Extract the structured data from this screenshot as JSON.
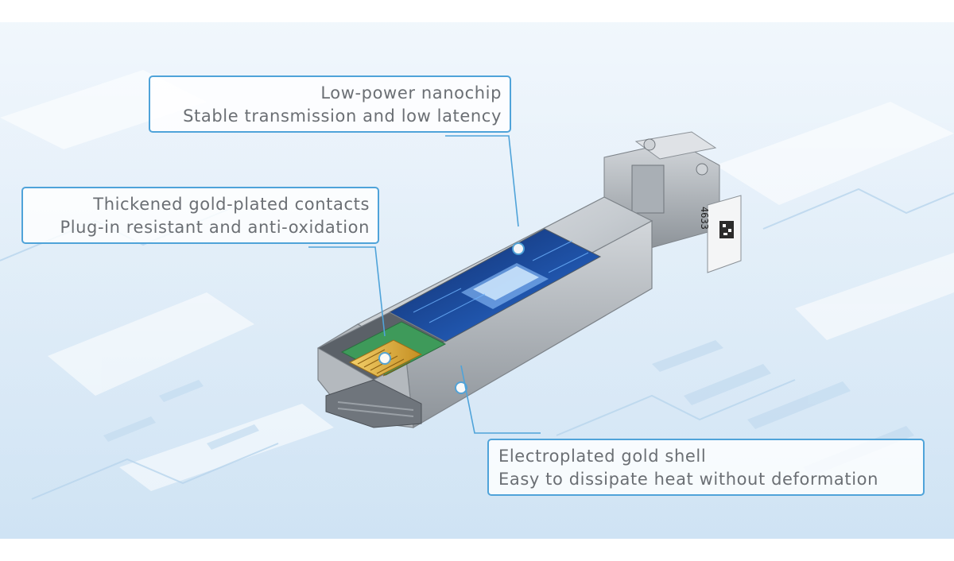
{
  "callouts": {
    "chip": {
      "line1": "Low-power nanochip",
      "line2": "Stable transmission and low latency"
    },
    "contacts": {
      "line1": "Thickened gold-plated contacts",
      "line2": "Plug-in resistant and anti-oxidation"
    },
    "shell": {
      "line1": "Electroplated gold shell",
      "line2": "Easy to dissipate heat without deformation"
    }
  },
  "label_code": "4633",
  "colors": {
    "accent": "#4fa3d9",
    "text": "#6b6f74",
    "background": "#dbeaf7",
    "metal": "#b9bec4",
    "gold": "#d9a73a",
    "pcb": "#3e9a5a"
  }
}
